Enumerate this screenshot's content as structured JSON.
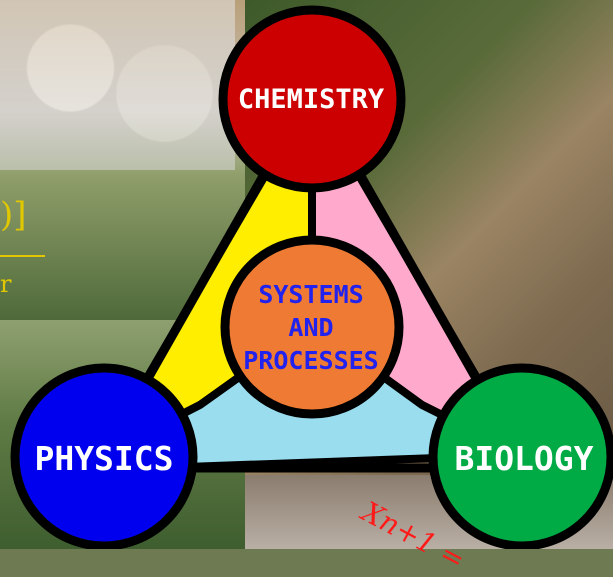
{
  "diagram": {
    "nodes": {
      "top": {
        "label": "CHEMISTRY",
        "color": "#cc0000"
      },
      "left": {
        "label": "PHYSICS",
        "color": "#0000ee"
      },
      "right": {
        "label": "BIOLOGY",
        "color": "#00aa44"
      },
      "center": {
        "lines": [
          "SYSTEMS",
          "AND",
          "PROCESSES"
        ],
        "color": "#ee7a33",
        "text_color": "#2222ee"
      }
    },
    "regions": {
      "left_wedge": "#ffee00",
      "right_wedge": "#ffaacc",
      "bottom_wedge": "#99ddee"
    }
  },
  "background_fragments": {
    "left_text_top": ")]",
    "left_text_bottom": "r",
    "formula": "Xn+1 ="
  }
}
